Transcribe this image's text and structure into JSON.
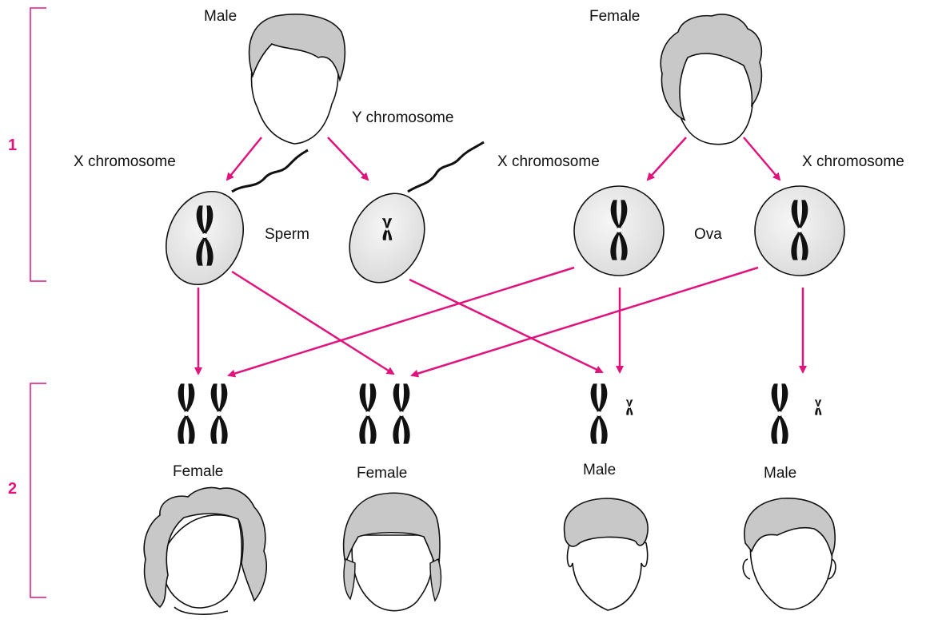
{
  "colors": {
    "bracket": "#e0147c",
    "arrow": "#e0147c",
    "hair": "#c8c8c8",
    "cell": "#e4e4e4",
    "ink": "#111111"
  },
  "stages": {
    "one": "1",
    "two": "2"
  },
  "parents": {
    "male_label": "Male",
    "female_label": "Female"
  },
  "gametes": {
    "x_chromosome_left": "X chromosome",
    "y_chromosome": "Y chromosome",
    "x_chromosome_mid": "X chromosome",
    "x_chromosome_right": "X chromosome",
    "sperm_label": "Sperm",
    "ova_label": "Ova"
  },
  "offspring": [
    {
      "sex": "Female"
    },
    {
      "sex": "Female"
    },
    {
      "sex": "Male"
    },
    {
      "sex": "Male"
    }
  ]
}
